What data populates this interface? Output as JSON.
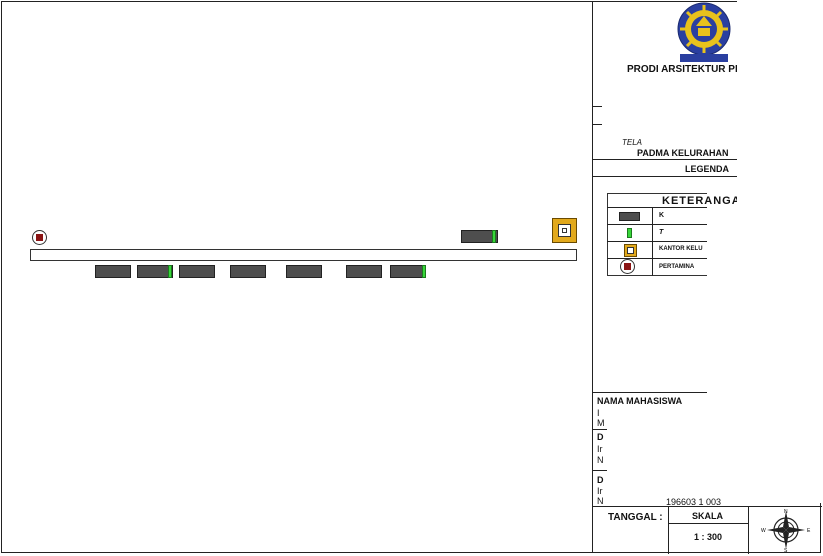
{
  "title_block": {
    "program": "PRODI ARSITEKTUR PE",
    "project_prefix": "TELA",
    "location": "PADMA KELURAHAN",
    "legend_header": "LEGENDA",
    "keterangan_title": "KETERANGA"
  },
  "legend": {
    "items": [
      {
        "label": "K",
        "symbol": "building"
      },
      {
        "label": "T",
        "symbol": "green-marker"
      },
      {
        "label": "KANTOR KELU",
        "symbol": "office"
      },
      {
        "label": "PERTAMINA",
        "symbol": "fuel-station"
      }
    ]
  },
  "students": {
    "heading": "NAMA MAHASISWA",
    "line1": "I",
    "line2": "M",
    "dosen1_head": "D",
    "dosen1_line1": "Ir",
    "dosen1_line2": "N",
    "dosen2_head": "D",
    "dosen2_line1": "Ir",
    "dosen2_line2": "N",
    "nip_tail": "196603 1 003"
  },
  "footer": {
    "tanggal_label": "TANGGAL :",
    "skala_label": "SKALA",
    "scale_value": "1 : 300"
  },
  "north_arrow": {
    "n": "N",
    "s": "S",
    "e": "E",
    "w": "W"
  },
  "colors": {
    "building": "#4e4e4e",
    "green_marker": "#37d63a",
    "office": "#e2a91c",
    "pertamina": "#8a1414",
    "logo_blue": "#2a3fa0",
    "logo_gold": "#e8c21c"
  }
}
